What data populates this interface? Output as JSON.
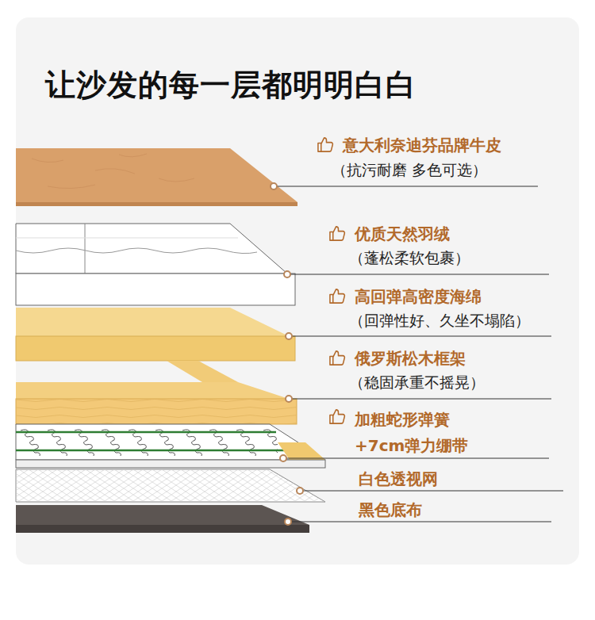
{
  "diagram": {
    "title": "让沙发的每一层都明明白白",
    "labels": [
      "意大利奈迪芬品牌牛皮",
      "（抗污耐磨 多色可选）",
      "优质天然羽绒",
      "（蓬松柔软包裹）",
      "高回弹高密度海绵",
      "（回弹性好、久坐不塌陷）",
      "俄罗斯松木框架",
      "（稳固承重不摇晃）",
      "加粗蛇形弹簧 +7cm弹力绷带",
      "白色透视网",
      "黑色底布"
    ]
  }
}
